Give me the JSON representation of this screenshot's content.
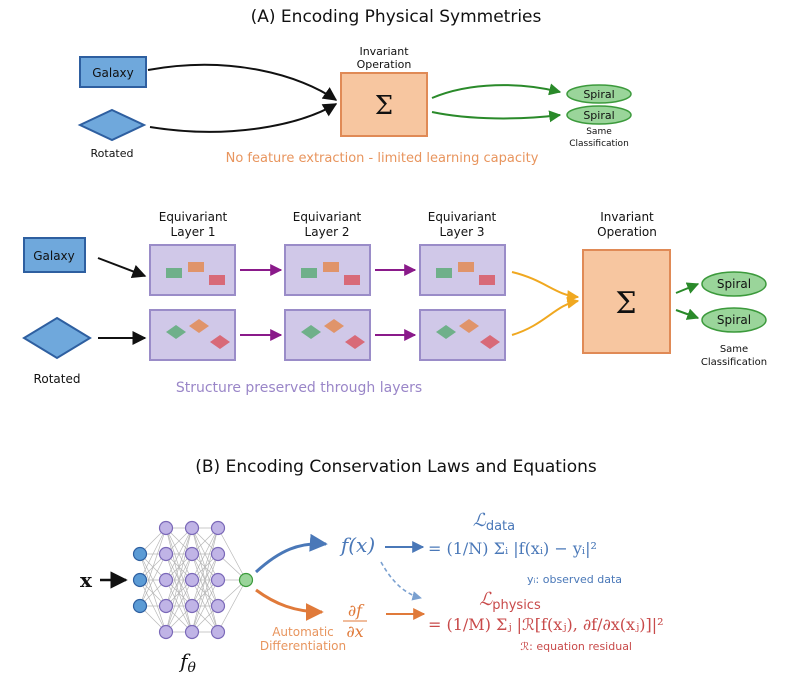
{
  "colors": {
    "galaxy_fill": "#6fa8dc",
    "galaxy_stroke": "#2e5fa0",
    "sum_fill": "#f7c6a0",
    "sum_stroke": "#e08a56",
    "spiral_fill": "#9ad59a",
    "spiral_stroke": "#3c9a3c",
    "layer_fill": "#d0c8e8",
    "layer_stroke": "#9a8cc8",
    "orange_text": "#e8955e",
    "purple_text": "#9a86c8",
    "blue_text": "#4a78b8",
    "red_text": "#c84a4a"
  },
  "section_a": {
    "title": "(A) Encoding Physical Symmetries",
    "top": {
      "galaxy": "Galaxy",
      "rotated": "Rotated",
      "op_label_1": "Invariant",
      "op_label_2": "Operation",
      "sum": "Σ",
      "spiral_1": "Spiral",
      "spiral_2": "Spiral",
      "same_1": "Same",
      "same_2": "Classification",
      "note": "No feature extraction - limited learning capacity"
    },
    "bottom": {
      "galaxy": "Galaxy",
      "rotated": "Rotated",
      "layers": [
        {
          "line1": "Equivariant",
          "line2": "Layer 1"
        },
        {
          "line1": "Equivariant",
          "line2": "Layer 2"
        },
        {
          "line1": "Equivariant",
          "line2": "Layer 3"
        }
      ],
      "op_label_1": "Invariant",
      "op_label_2": "Operation",
      "sum": "Σ",
      "spiral_1": "Spiral",
      "spiral_2": "Spiral",
      "same_1": "Same",
      "same_2": "Classification",
      "note": "Structure preserved through layers"
    }
  },
  "section_b": {
    "title": "(B) Encoding Conservation Laws and Equations",
    "input": "x",
    "net_label": "f",
    "net_sub": "θ",
    "fx": "f(x)",
    "dfdx_num": "∂f",
    "dfdx_den": "∂x",
    "autodiff_1": "Automatic",
    "autodiff_2": "Differentiation",
    "l_data": "ℒ",
    "l_data_sub": "data",
    "eq_data": "= (1/N) Σᵢ |f(xᵢ) − yᵢ|²",
    "yi_note": "yᵢ: observed data",
    "l_physics": "ℒ",
    "l_physics_sub": "physics",
    "eq_physics": "= (1/M) Σⱼ |ℛ[f(xⱼ), ∂f/∂x(xⱼ)]|²",
    "r_note": "ℛ: equation residual"
  }
}
